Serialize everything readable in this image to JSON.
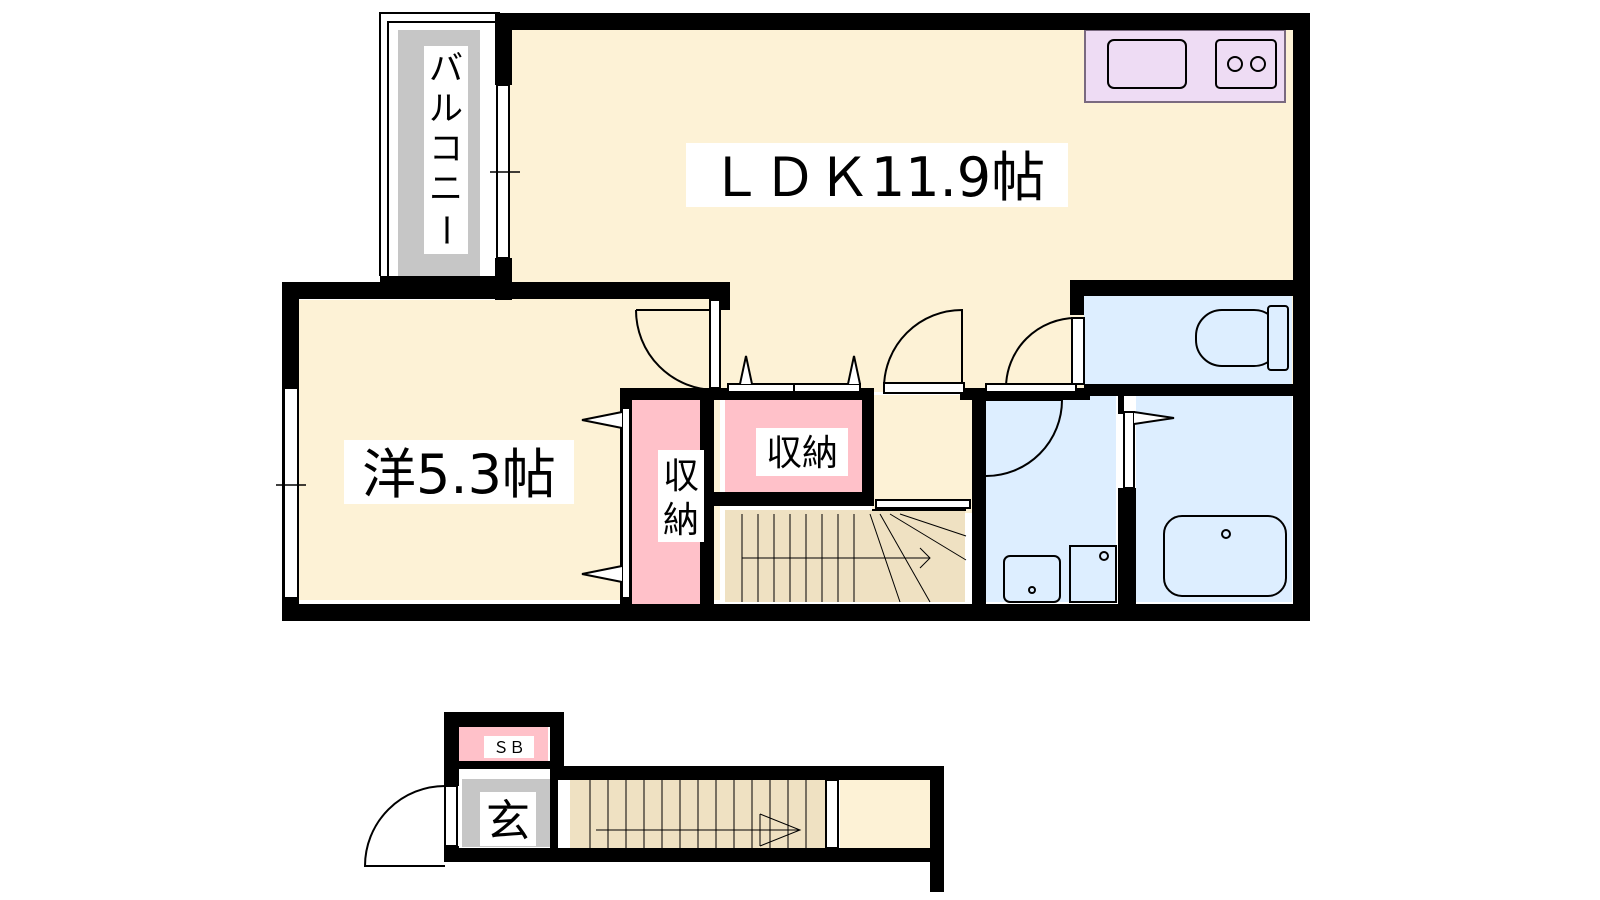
{
  "floorplan": {
    "upper_floor": {
      "balcony": {
        "label_chars": [
          "バ",
          "ル",
          "コ",
          "ニ",
          "ー"
        ]
      },
      "ldk": {
        "label": "ＬＤＫ11.9帖"
      },
      "western_room": {
        "label": "洋5.3帖"
      },
      "closet_vertical": {
        "label_chars": [
          "収",
          "納"
        ]
      },
      "closet_horizontal": {
        "label": "収納"
      }
    },
    "lower_floor": {
      "shoe_box": {
        "label": "ＳＢ"
      },
      "entrance": {
        "label": "玄"
      }
    }
  },
  "colors": {
    "floor": "#fdf2d6",
    "closet": "#ffc1c9",
    "wet_area": "#ddeeff",
    "kitchen": "#eedcf4",
    "balcony": "#c6c6c6",
    "entrance": "#c6c6c6",
    "stairs": "#efe1c2",
    "wall": "#000000"
  }
}
